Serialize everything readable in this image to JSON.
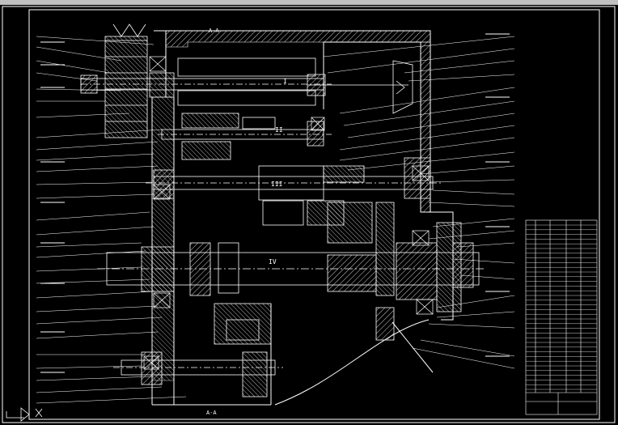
{
  "drawing": {
    "shaft_labels": [
      "I",
      "II",
      "III",
      "IV"
    ],
    "marker_top": "A-A",
    "marker_bottom": "A-A"
  },
  "colors": {
    "background": "#000000",
    "line": "#ffffff",
    "window_bar": "#c0c0c0"
  },
  "icons": {
    "ucs": "ucs-axis-icon"
  }
}
